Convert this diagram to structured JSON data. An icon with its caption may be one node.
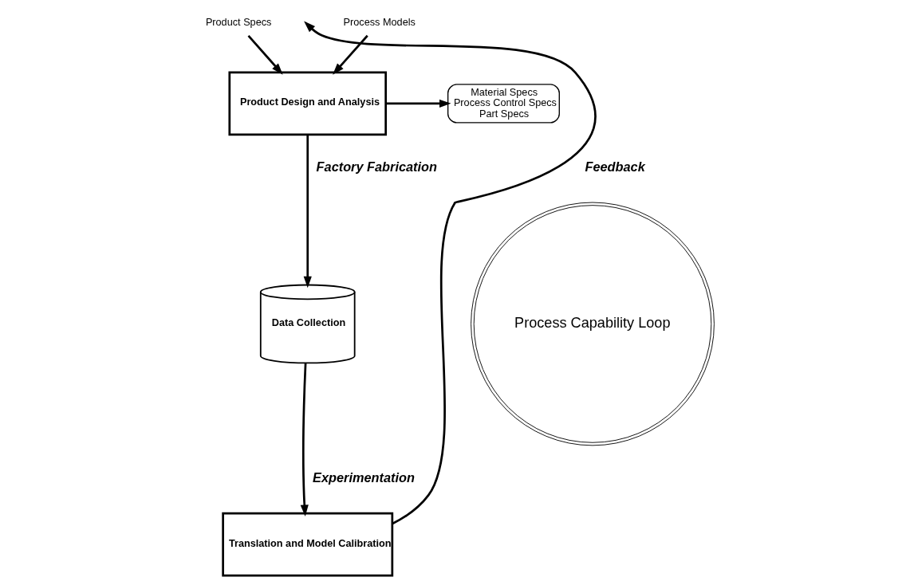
{
  "diagram": {
    "nodes": [
      {
        "text": [
          "Product Specs"
        ]
      },
      {
        "text": [
          "Process Models"
        ]
      },
      {
        "text": [
          "Product Design and Analysis"
        ]
      },
      {
        "text": [
          "Material Specs",
          "Process Control Specs",
          "Part Specs"
        ]
      },
      {
        "text": [
          "Data Collection"
        ]
      },
      {
        "text": [
          "Translation and Model Calibration"
        ]
      },
      {
        "text": [
          "Process Capability Loop"
        ]
      }
    ],
    "edges": [
      {
        "from": 0,
        "to": 2,
        "arrow": "to"
      },
      {
        "from": 1,
        "to": 2,
        "arrow": "to"
      },
      {
        "from": 2,
        "to": 3,
        "arrow": "to"
      },
      {
        "from": 2,
        "to": 4,
        "arrow": "to",
        "label": "Factory Fabrication"
      },
      {
        "from": 4,
        "to": 5,
        "arrow": "to",
        "label": "Experimentation"
      },
      {
        "from": 5,
        "to": null,
        "arrow": "to",
        "label": "Feedback"
      }
    ]
  }
}
